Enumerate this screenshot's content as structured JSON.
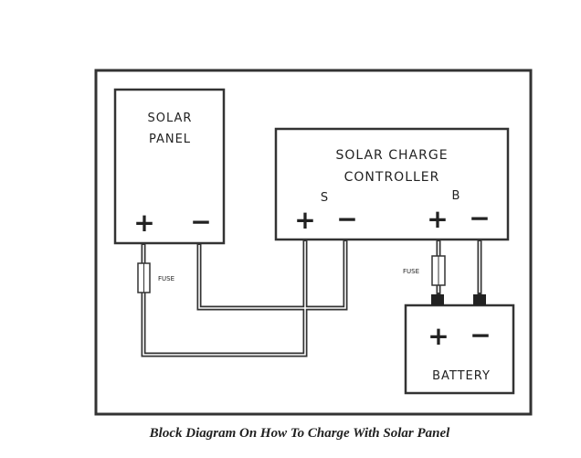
{
  "diagram": {
    "solar_panel": {
      "label_line1": "SOLAR",
      "label_line2": "PANEL",
      "plus": "+",
      "minus": "−"
    },
    "charge_controller": {
      "label_line1": "SOLAR CHARGE",
      "label_line2": "CONTROLLER",
      "s_label": "S",
      "b_label": "B",
      "s_plus": "+",
      "s_minus": "−",
      "b_plus": "+",
      "b_minus": "−"
    },
    "battery": {
      "label": "BATTERY",
      "plus": "+",
      "minus": "−"
    },
    "fuse_left_label": "FUSE",
    "fuse_right_label": "FUSE",
    "caption": "Block Diagram On How To Charge With Solar Panel"
  },
  "colors": {
    "line": "#333333",
    "text": "#222222",
    "background": "#ffffff"
  }
}
